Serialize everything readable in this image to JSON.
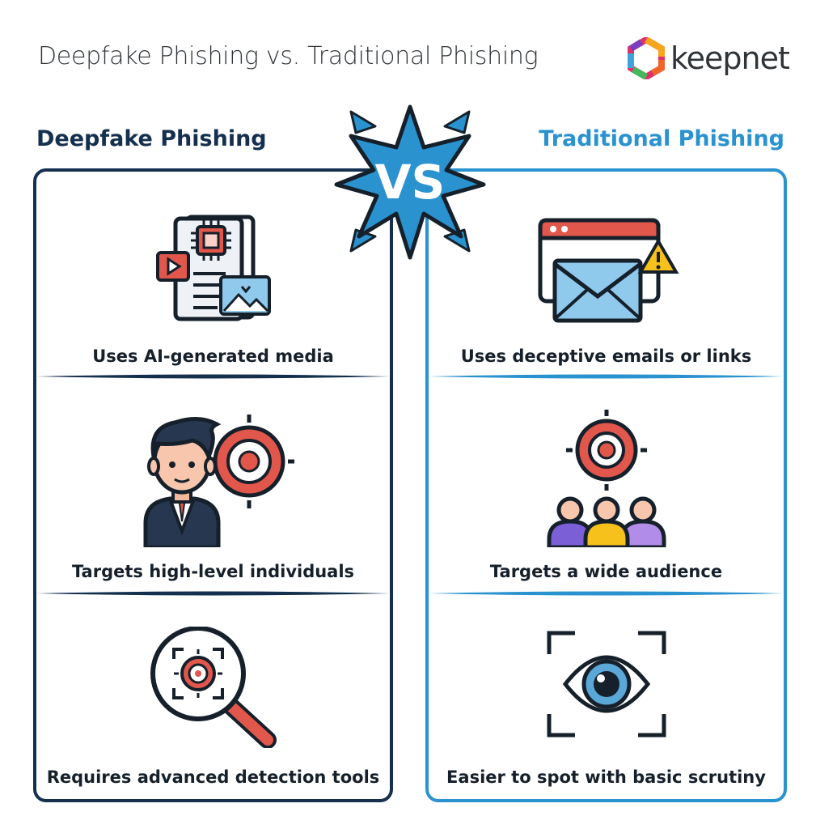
{
  "title": "Deepfake Phishing vs. Traditional Phishing",
  "logo": {
    "text": "keepnet"
  },
  "vs_label": "VS",
  "left": {
    "heading": "Deepfake Phishing",
    "items": [
      {
        "label": "Uses AI-generated media",
        "icon": "ai-media-document-icon"
      },
      {
        "label": "Targets high-level individuals",
        "icon": "executive-target-icon"
      },
      {
        "label": "Requires advanced detection tools",
        "icon": "magnifier-target-icon"
      }
    ]
  },
  "right": {
    "heading": "Traditional Phishing",
    "items": [
      {
        "label": "Uses deceptive emails or links",
        "icon": "email-warning-icon"
      },
      {
        "label": "Targets a wide audience",
        "icon": "audience-target-icon"
      },
      {
        "label": "Easier to spot with basic scrutiny",
        "icon": "eye-scan-icon"
      }
    ]
  },
  "colors": {
    "navy": "#15304f",
    "blue": "#2a93cf",
    "red": "#e2574c",
    "sky": "#8fc9ec"
  }
}
